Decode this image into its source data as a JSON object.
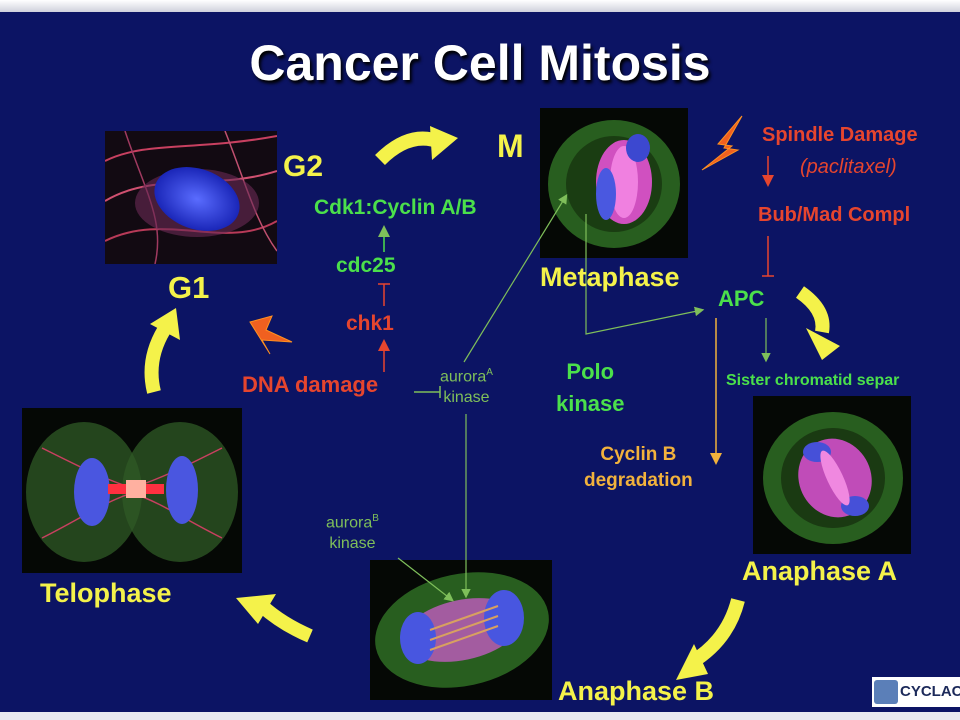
{
  "title": "Cancer Cell Mitosis",
  "phases": {
    "g1": "G1",
    "g2": "G2",
    "m": "M",
    "metaphase": "Metaphase",
    "anaphase_a": "Anaphase A",
    "anaphase_b": "Anaphase B",
    "telophase": "Telophase"
  },
  "pathway": {
    "cdk1": "Cdk1:Cyclin A/B",
    "cdc25": "cdc25",
    "chk1": "chk1",
    "dna_damage": "DNA damage",
    "aurora_a": {
      "name": "aurora",
      "sup": "A",
      "line2": "kinase"
    },
    "aurora_b": {
      "name": "aurora",
      "sup": "B",
      "line2": "kinase"
    },
    "polo": {
      "line1": "Polo",
      "line2": "kinase"
    },
    "spindle_damage": "Spindle Damage",
    "paclitaxel": "(paclitaxel)",
    "bub_mad": "Bub/Mad Compl",
    "apc": "APC",
    "sister": "Sister chromatid separ",
    "cyclin_b": {
      "line1": "Cyclin B",
      "line2": "degradation"
    }
  },
  "logo": {
    "text": "CYCLAC"
  },
  "colors": {
    "background": "#0c1464",
    "yellow": "#f4f24a",
    "green": "#4be04b",
    "red": "#e6452e",
    "orange": "#f2b23c"
  }
}
